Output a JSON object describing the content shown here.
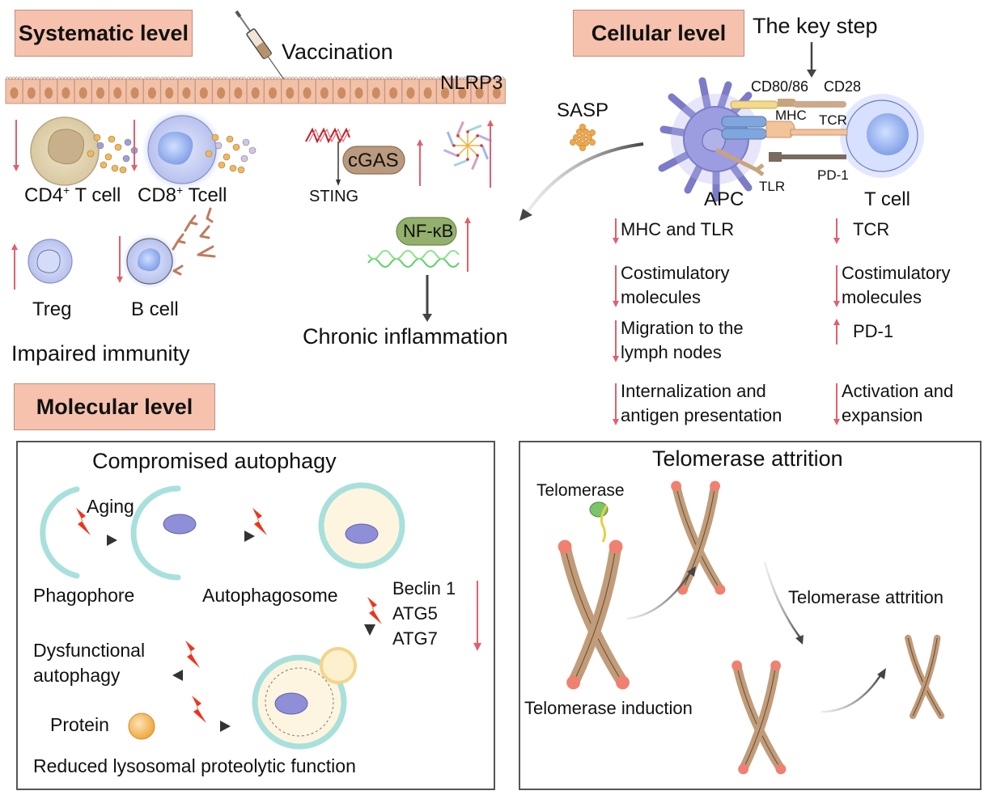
{
  "systematic": {
    "heading": "Systematic level",
    "vaccination": "Vaccination",
    "cells": [
      {
        "name": "CD4",
        "sup": "+",
        "suffix": " T cell",
        "trend": "down"
      },
      {
        "name": "CD8",
        "sup": "+",
        "suffix": " Tcell",
        "trend": "down"
      },
      {
        "name": "Treg",
        "sup": "",
        "suffix": "",
        "trend": "up"
      },
      {
        "name": "B cell",
        "sup": "",
        "suffix": "",
        "trend": "down"
      }
    ],
    "impaired": "Impaired immunity",
    "cgas": "cGAS",
    "sting": "STING",
    "nlrp3": "NLRP3",
    "nfkb": "NF-κB",
    "chronic": "Chronic inflammation",
    "sasp": "SASP"
  },
  "cellular": {
    "heading": "Cellular level",
    "key_step": "The key step",
    "labels": {
      "cd80": "CD80/86",
      "cd28": "CD28",
      "mhc": "MHC",
      "tcr": "TCR",
      "pd1": "PD-1",
      "tlr": "TLR",
      "apc": "APC",
      "tcell": "T cell"
    },
    "apc_changes": [
      {
        "line1": "MHC and TLR",
        "line2": "",
        "trend": "down"
      },
      {
        "line1": "Costimulatory",
        "line2": "molecules",
        "trend": "down"
      },
      {
        "line1": "Migration to the",
        "line2": "lymph nodes",
        "trend": "down"
      },
      {
        "line1": "Internalization and",
        "line2": "antigen presentation",
        "trend": "down"
      }
    ],
    "tcell_changes": [
      {
        "line1": "TCR",
        "line2": "",
        "trend": "down"
      },
      {
        "line1": "Costimulatory",
        "line2": "molecules",
        "trend": "down"
      },
      {
        "line1": "PD-1",
        "line2": "",
        "trend": "up"
      },
      {
        "line1": "Activation and",
        "line2": "expansion",
        "trend": "down"
      }
    ]
  },
  "molecular": {
    "heading": "Molecular level",
    "autophagy": {
      "title": "Compromised autophagy",
      "aging": "Aging",
      "phagophore": "Phagophore",
      "autophagosome": "Autophagosome",
      "genes": [
        "Beclin 1",
        "ATG5",
        "ATG7"
      ],
      "genes_trend": "down",
      "dysfunctional_1": "Dysfunctional",
      "dysfunctional_2": "autophagy",
      "protein": "Protein",
      "reduced": "Reduced lysosomal proteolytic function"
    },
    "telomere": {
      "title": "Telomerase attrition",
      "telomerase": "Telomerase",
      "attrition": "Telomerase attrition",
      "induction": "Telomerase induction"
    }
  },
  "colors": {
    "heading_bg": "#f6c2ad",
    "arrow_red": "#e0606e",
    "lightning": "#f0341a",
    "chromosome": "#bf9a78",
    "telomere_cap": "#f08070",
    "membrane": "#8fd6d4"
  }
}
